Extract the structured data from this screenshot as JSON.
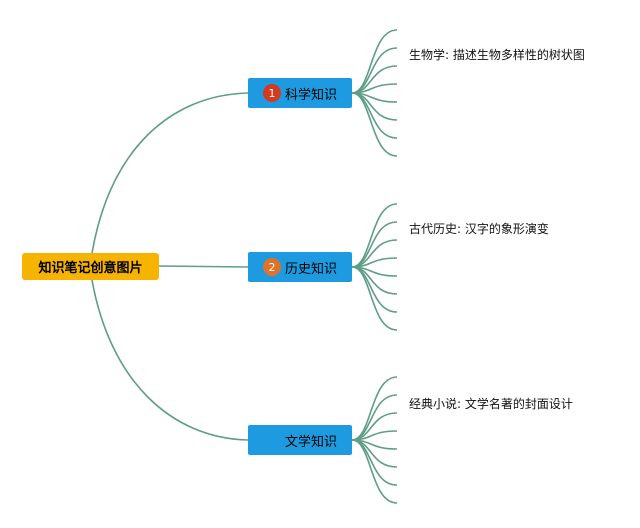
{
  "root": {
    "label": "知识笔记创意图片"
  },
  "branches": [
    {
      "label": "科学知识",
      "badge": "1",
      "badge_color": "#d33a1f",
      "leaves": [
        "生物学: 描述生物多样性的树状图"
      ]
    },
    {
      "label": "历史知识",
      "badge": "2",
      "badge_color": "#e0712a",
      "leaves": [
        "古代历史: 汉字的象形演变"
      ]
    },
    {
      "label": "文学知识",
      "badge": "",
      "leaves": [
        "经典小说: 文学名著的封面设计"
      ]
    }
  ],
  "colors": {
    "connector": "#5f9e86",
    "root_fill": "#f6b400",
    "branch_fill": "#1e9be0"
  }
}
